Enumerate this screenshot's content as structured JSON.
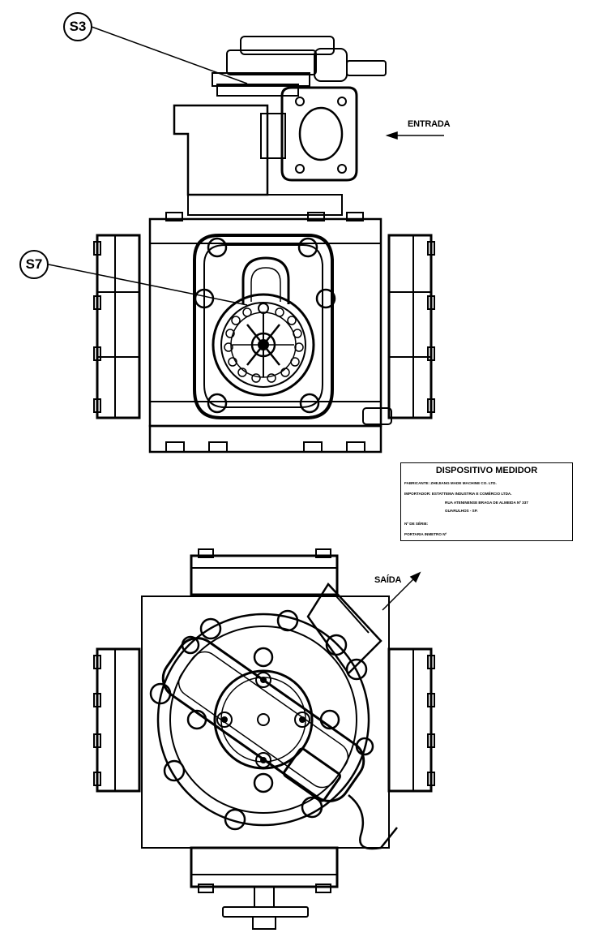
{
  "labels": {
    "callout_s3": "S3",
    "callout_s7": "S7",
    "inlet": "ENTRADA",
    "outlet": "SAÍDA"
  },
  "plate": {
    "title": "DISPOSITIVO MEDIDOR",
    "manufacturer": "FABRICANTE: ZHEJIANG MADE MACHINE CO. LTD.",
    "importer": "IMPORTADOR: ESTATTEMA INDUSTRIA E COMÉRCIO LTDA.",
    "address_1": "RUA ATENINENSE BRAGA DE ALMEIDA Nº 337",
    "address_2": "GUARULHOS - SP.",
    "serial": "Nº DE SÉRIE:",
    "ordinance": "PORTARIA INMETRO Nº"
  }
}
